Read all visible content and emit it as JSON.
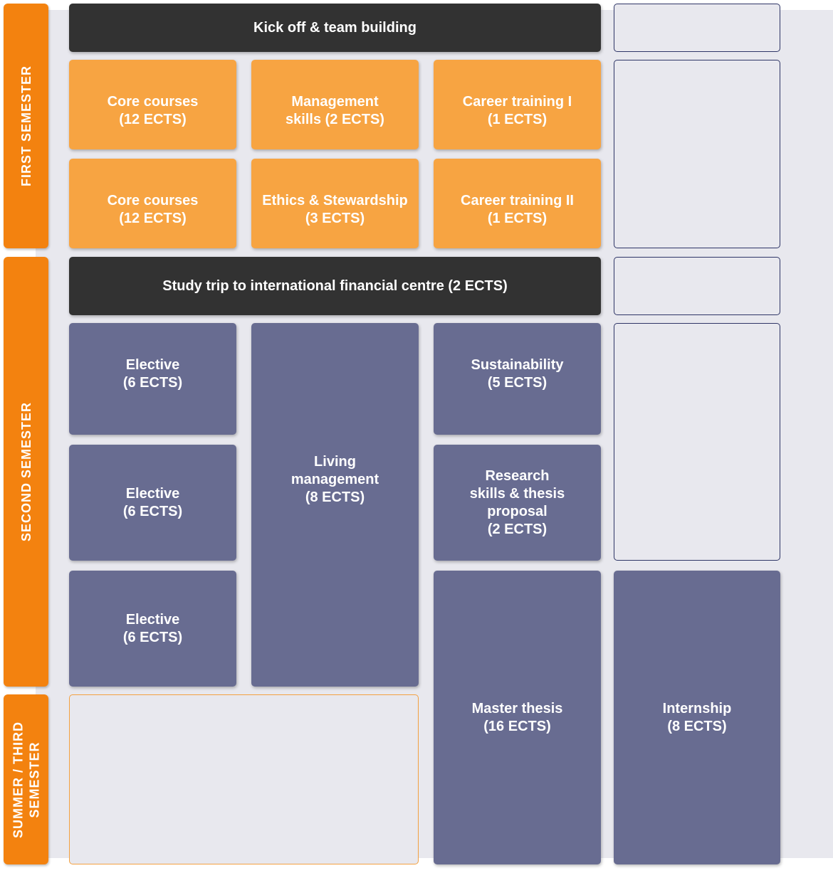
{
  "semesters": {
    "first": "FIRST SEMESTER",
    "second": "SECOND SEMESTER",
    "summer": "SUMMER / THIRD\nSEMESTER"
  },
  "blocks": {
    "kickoff": "Kick off & team building",
    "core_courses_1": "Core courses\n(12 ECTS)",
    "management_skills": "Management\nskills (2 ECTS)",
    "career_training_1": "Career training I\n(1 ECTS)",
    "core_courses_2": "Core courses\n(12 ECTS)",
    "ethics": "Ethics & Stewardship\n(3 ECTS)",
    "career_training_2": "Career training II\n(1 ECTS)",
    "study_trip": "Study trip to international financial centre (2 ECTS)",
    "elective_1": "Elective\n(6 ECTS)",
    "living_management": "Living\nmanagement\n(8 ECTS)",
    "sustainability": "Sustainability\n(5 ECTS)",
    "elective_2": "Elective\n(6 ECTS)",
    "research_skills": "Research\nskills & thesis\nproposal\n(2 ECTS)",
    "elective_3": "Elective\n(6 ECTS)",
    "master_thesis": "Master thesis\n(16 ECTS)",
    "internship": "Internship\n(8 ECTS)"
  },
  "colors": {
    "semester_bar": "#f3820f",
    "dark_block": "#323232",
    "orange_block": "#f7a442",
    "purple_block": "#686c91",
    "background_panel": "#e8e8ee"
  }
}
